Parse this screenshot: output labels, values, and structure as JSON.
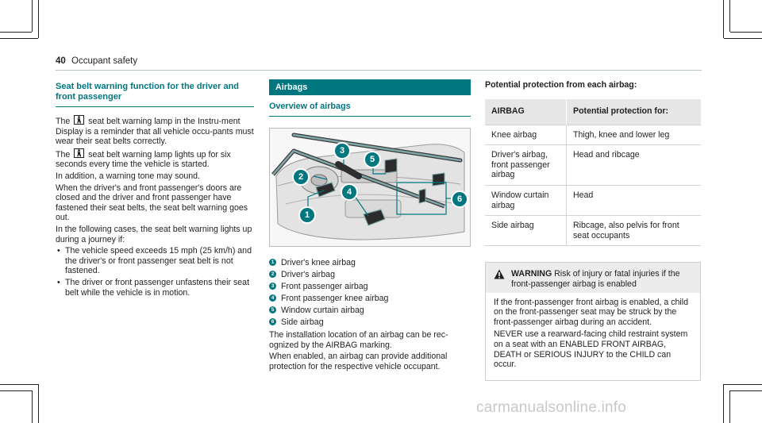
{
  "header": {
    "page_number": "40",
    "section": "Occupant safety"
  },
  "col1": {
    "heading": "Seat belt warning function for the driver and front passenger",
    "p1_a": "The",
    "p1_b": "seat belt warning lamp in the Instru-ment Display is a reminder that all vehicle occu-pants must wear their seat belts correctly.",
    "p2_a": "The",
    "p2_b": "seat belt warning lamp lights up for six seconds every time the vehicle is started.",
    "p3": "In addition, a warning tone may sound.",
    "p4": "When the driver's and front passenger's doors are closed and the driver and front passenger have fastened their seat belts, the seat belt warning goes out.",
    "p5": "In the following cases, the seat belt warning lights up during a journey if:",
    "bullets": [
      "The vehicle speed exceeds 15 mph (25 km/h) and the driver's or front passenger seat belt is not fastened.",
      "The driver or front passenger unfastens their seat belt while the vehicle is in motion."
    ],
    "bullet_glyph": "•"
  },
  "col2": {
    "bar_title": "Airbags",
    "overview_title": "Overview of airbags",
    "callouts": [
      "1",
      "2",
      "3",
      "4",
      "5",
      "6"
    ],
    "legend": [
      {
        "num": "1",
        "label": "Driver's knee airbag"
      },
      {
        "num": "2",
        "label": "Driver's airbag"
      },
      {
        "num": "3",
        "label": "Front passenger airbag"
      },
      {
        "num": "4",
        "label": "Front passenger knee airbag"
      },
      {
        "num": "5",
        "label": "Window curtain airbag"
      },
      {
        "num": "6",
        "label": "Side airbag"
      }
    ],
    "p1": "The installation location of an airbag can be rec-ognized by the AIRBAG marking.",
    "p2": "When enabled, an airbag can provide additional protection for the respective vehicle occupant."
  },
  "col3": {
    "heading": "Potential protection from each airbag:",
    "table_headers": [
      "AIRBAG",
      "Potential protection for:"
    ],
    "table_rows": [
      [
        "Knee airbag",
        "Thigh, knee and lower leg"
      ],
      [
        "Driver's airbag, front passenger airbag",
        "Head and ribcage"
      ],
      [
        "Window curtain airbag",
        "Head"
      ],
      [
        "Side airbag",
        "Ribcage, also pelvis for front seat occupants"
      ]
    ],
    "warning": {
      "label": "WARNING",
      "title": "Risk of injury or fatal injuries if the front-passenger airbag is enabled",
      "p1": "If the front-passenger front airbag is enabled, a child on the front-passenger seat may be struck by the front-passenger airbag during an accident.",
      "p2": "NEVER use a rearward-facing child restraint system on a seat with an ENABLED FRONT AIRBAG, DEATH or SERIOUS INJURY to the CHILD can occur."
    }
  },
  "watermark": "carmanualsonline.info",
  "colors": {
    "accent": "#00777f",
    "text": "#231f20",
    "table_header": "#e6e6e6"
  },
  "icons": [
    "seat-belt-warning-icon",
    "warning-triangle-icon"
  ]
}
